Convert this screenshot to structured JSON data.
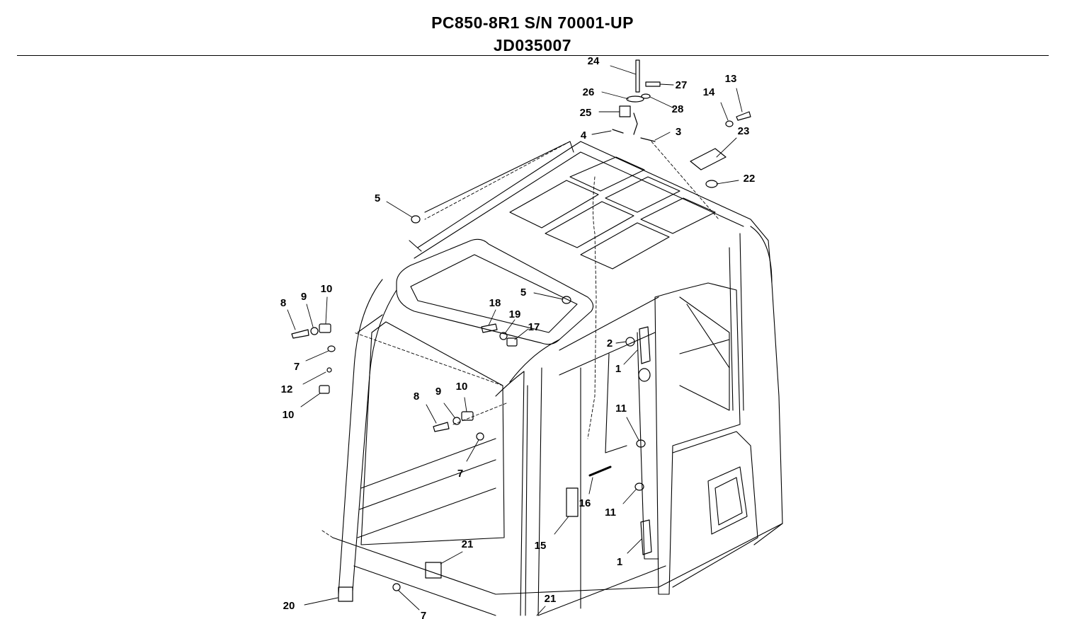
{
  "header": {
    "model_line": "PC850-8R1 S/N 70001-UP",
    "drawing_number": "JD035007"
  },
  "callouts": [
    {
      "label": "24"
    },
    {
      "label": "27"
    },
    {
      "label": "26"
    },
    {
      "label": "28"
    },
    {
      "label": "25"
    },
    {
      "label": "4"
    },
    {
      "label": "3"
    },
    {
      "label": "13"
    },
    {
      "label": "14"
    },
    {
      "label": "23"
    },
    {
      "label": "22"
    },
    {
      "label": "5"
    },
    {
      "label": "5"
    },
    {
      "label": "8"
    },
    {
      "label": "9"
    },
    {
      "label": "10"
    },
    {
      "label": "18"
    },
    {
      "label": "19"
    },
    {
      "label": "17"
    },
    {
      "label": "2"
    },
    {
      "label": "1"
    },
    {
      "label": "7"
    },
    {
      "label": "12"
    },
    {
      "label": "10"
    },
    {
      "label": "8"
    },
    {
      "label": "9"
    },
    {
      "label": "10"
    },
    {
      "label": "11"
    },
    {
      "label": "7"
    },
    {
      "label": "16"
    },
    {
      "label": "11"
    },
    {
      "label": "15"
    },
    {
      "label": "21"
    },
    {
      "label": "1"
    },
    {
      "label": "20"
    },
    {
      "label": "7"
    },
    {
      "label": "21"
    }
  ],
  "colors": {
    "line": "#000000",
    "background": "#ffffff"
  }
}
